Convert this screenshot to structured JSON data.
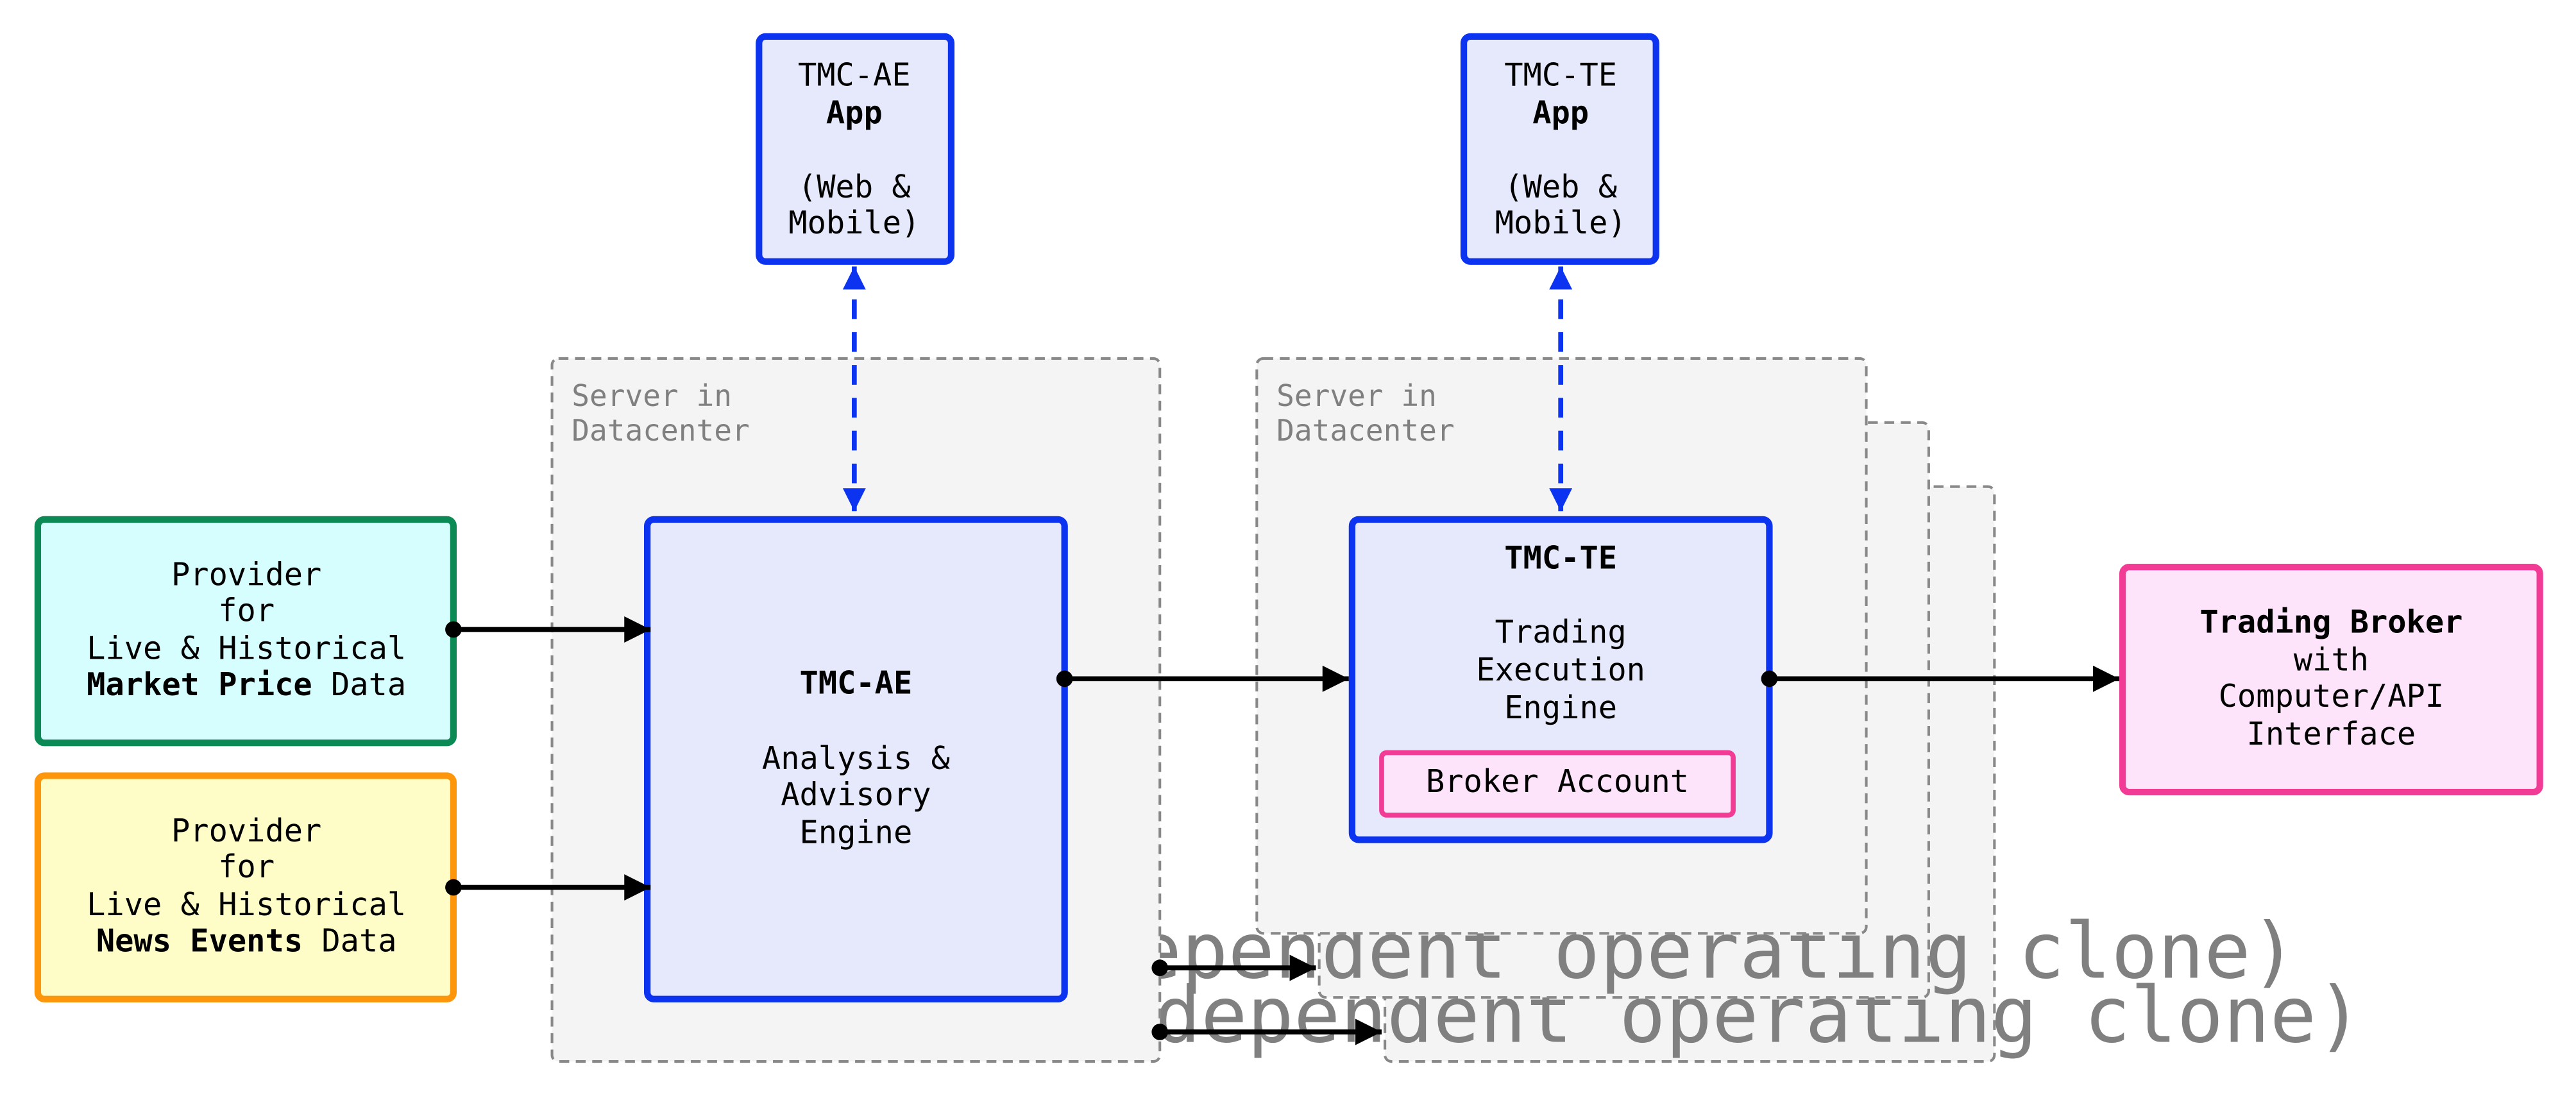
{
  "colors": {
    "blue_stroke": "#0b33f0",
    "blue_fill": "#e5e9fb",
    "green_stroke": "#0b8a55",
    "cyan_fill": "#d6fefe",
    "orange_stroke": "#fe960b",
    "yellow_fill": "#fffdc7",
    "pink_stroke": "#f23b95",
    "pink_fill": "#fde4fa",
    "server_fill": "#f4f4f4",
    "server_stroke": "#888888",
    "dashed_arrow": "#0b33f0",
    "arrow": "#000000"
  },
  "apps": {
    "ae": {
      "title": "TMC-AE",
      "bold": "App",
      "line3": "(Web &",
      "line4": "Mobile)"
    },
    "te": {
      "title": "TMC-TE",
      "bold": "App",
      "line3": "(Web &",
      "line4": "Mobile)"
    }
  },
  "servers": {
    "ae": {
      "label_line1": "Server in",
      "label_line2": "Datacenter"
    },
    "te": {
      "label_line1": "Server in",
      "label_line2": "Datacenter"
    }
  },
  "clones": [
    {
      "label": "(independent operating clone)"
    },
    {
      "label": "(independent operating clone)"
    }
  ],
  "providers": {
    "market": {
      "line1": "Provider",
      "line2": "for",
      "line3": "Live & Historical",
      "bold": "Market Price",
      "rest": " Data"
    },
    "news": {
      "line1": "Provider",
      "line2": "for",
      "line3": "Live & Historical",
      "bold": "News Events",
      "rest": " Data"
    }
  },
  "engines": {
    "ae": {
      "title": "TMC-AE",
      "line1": "Analysis &",
      "line2": "Advisory",
      "line3": "Engine"
    },
    "te": {
      "title": "TMC-TE",
      "line1": "Trading",
      "line2": "Execution",
      "line3": "Engine",
      "account": "Broker Account"
    }
  },
  "broker": {
    "bold": "Trading Broker",
    "line1": "with",
    "line2": "Computer/API",
    "line3": "Interface"
  }
}
